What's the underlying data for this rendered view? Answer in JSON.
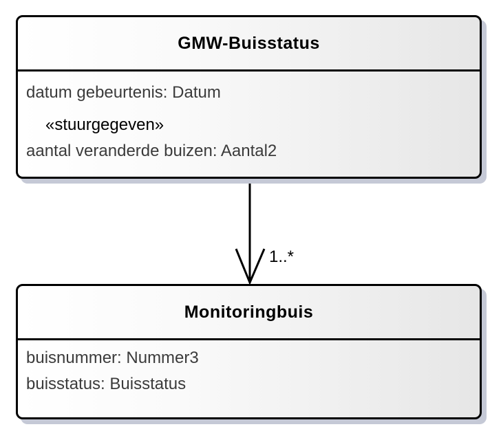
{
  "diagram": {
    "kind": "uml-class-diagram",
    "background_color": "#ffffff",
    "box_border_color": "#000000",
    "box_fill_gradient_start": "#ffffff",
    "box_fill_gradient_end": "#e6e6e6",
    "box_shadow_color": "#c5c9d6",
    "title_text_color": "#000000",
    "attribute_text_color": "#3b3b3b"
  },
  "classes": [
    {
      "name": "GMW-Buisstatus",
      "lines": [
        "datum gebeurtenis: Datum",
        "«stuurgegeven»",
        "aantal veranderde buizen: Aantal2"
      ]
    },
    {
      "name": "Monitoringbuis",
      "lines": [
        "buisnummer: Nummer3",
        "buisstatus: Buisstatus"
      ]
    }
  ],
  "relation": {
    "source": "GMW-Buisstatus",
    "target": "Monitoringbuis",
    "style": "directed-association-open-arrowhead",
    "multiplicity": "1..*"
  }
}
